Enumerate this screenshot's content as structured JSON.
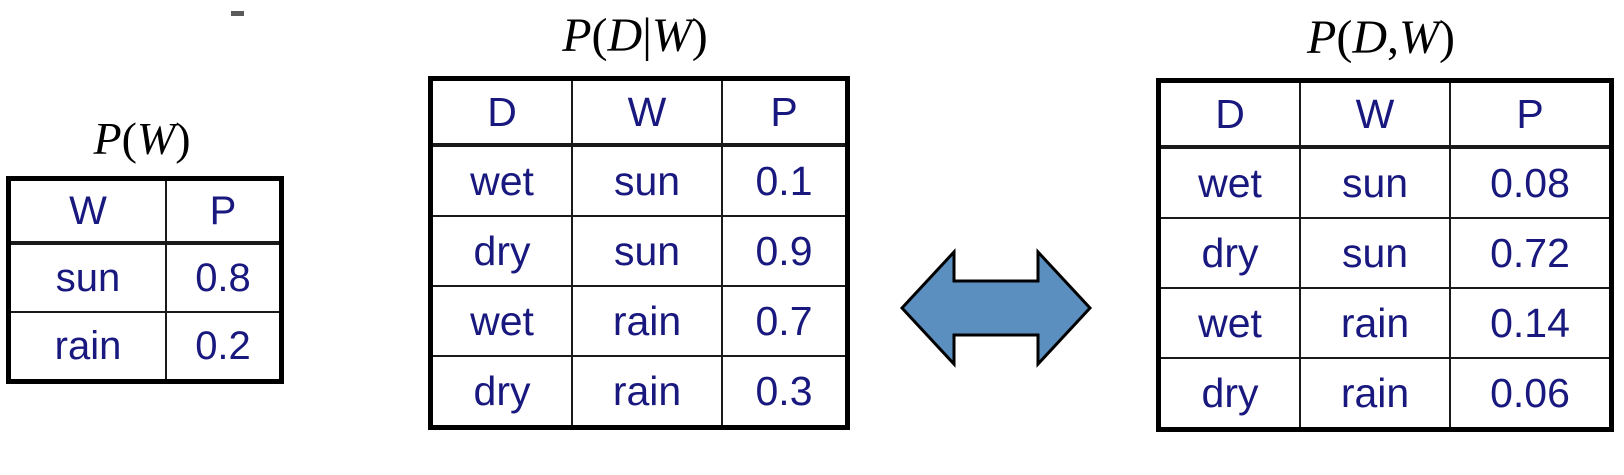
{
  "colors": {
    "text_blue": "#18187f",
    "table_border": "#000000",
    "arrow_fill": "#5b8fc0",
    "arrow_stroke": "#000000",
    "background": "#ffffff"
  },
  "panels": {
    "marginal": {
      "title": "P(W)",
      "title_parts": {
        "p": "P",
        "open": "(",
        "var1": "W",
        "close": ")"
      },
      "columns": [
        "W",
        "P"
      ],
      "rows": [
        {
          "w": "sun",
          "p": "0.8"
        },
        {
          "w": "rain",
          "p": "0.2"
        }
      ]
    },
    "conditional": {
      "title": "P(D|W)",
      "title_parts": {
        "p": "P",
        "open": "(",
        "var1": "D",
        "sep": "|",
        "var2": "W",
        "close": ")"
      },
      "columns": [
        "D",
        "W",
        "P"
      ],
      "rows": [
        {
          "d": "wet",
          "w": "sun",
          "p": "0.1"
        },
        {
          "d": "dry",
          "w": "sun",
          "p": "0.9"
        },
        {
          "d": "wet",
          "w": "rain",
          "p": "0.7"
        },
        {
          "d": "dry",
          "w": "rain",
          "p": "0.3"
        }
      ]
    },
    "joint": {
      "title": "P(D,W)",
      "title_parts": {
        "p": "P",
        "open": "(",
        "var1": "D",
        "sep": ",",
        "var2": "W",
        "close": ")"
      },
      "columns": [
        "D",
        "W",
        "P"
      ],
      "rows": [
        {
          "d": "wet",
          "w": "sun",
          "p": "0.08"
        },
        {
          "d": "dry",
          "w": "sun",
          "p": "0.72"
        },
        {
          "d": "wet",
          "w": "rain",
          "p": "0.14"
        },
        {
          "d": "dry",
          "w": "rain",
          "p": "0.06"
        }
      ]
    }
  },
  "arrow": {
    "name": "double-headed-arrow",
    "direction": "bidirectional"
  }
}
